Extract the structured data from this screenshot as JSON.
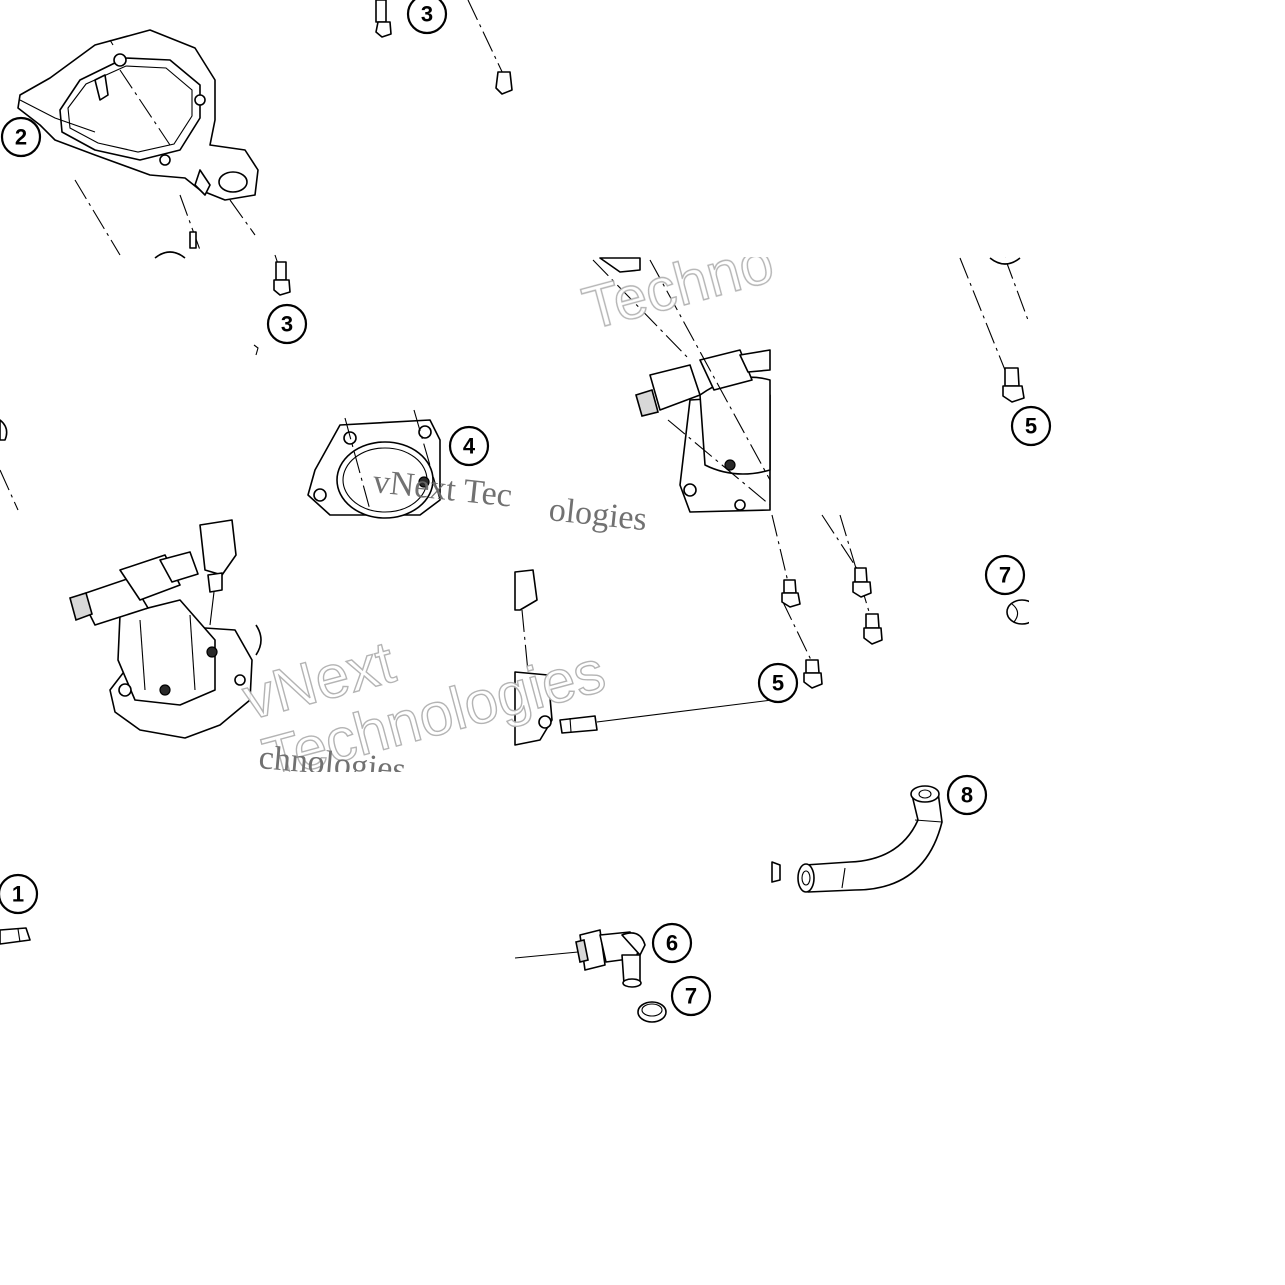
{
  "callouts": [
    {
      "id": "c1",
      "label": "1"
    },
    {
      "id": "c2",
      "label": "2"
    },
    {
      "id": "c3a",
      "label": "3"
    },
    {
      "id": "c3b",
      "label": "3"
    },
    {
      "id": "c4",
      "label": "4"
    },
    {
      "id": "c5a",
      "label": "5"
    },
    {
      "id": "c5b",
      "label": "5"
    },
    {
      "id": "c6",
      "label": "6"
    },
    {
      "id": "c7a",
      "label": "7"
    },
    {
      "id": "c7b",
      "label": "7"
    },
    {
      "id": "c8",
      "label": "8"
    }
  ],
  "watermark": {
    "brand_a": "Techno",
    "brand_b": "vNext",
    "brand_c": "Technologies",
    "serif_a": "vNext Tec",
    "serif_b": "ologies",
    "serif_c": "chnologies"
  }
}
